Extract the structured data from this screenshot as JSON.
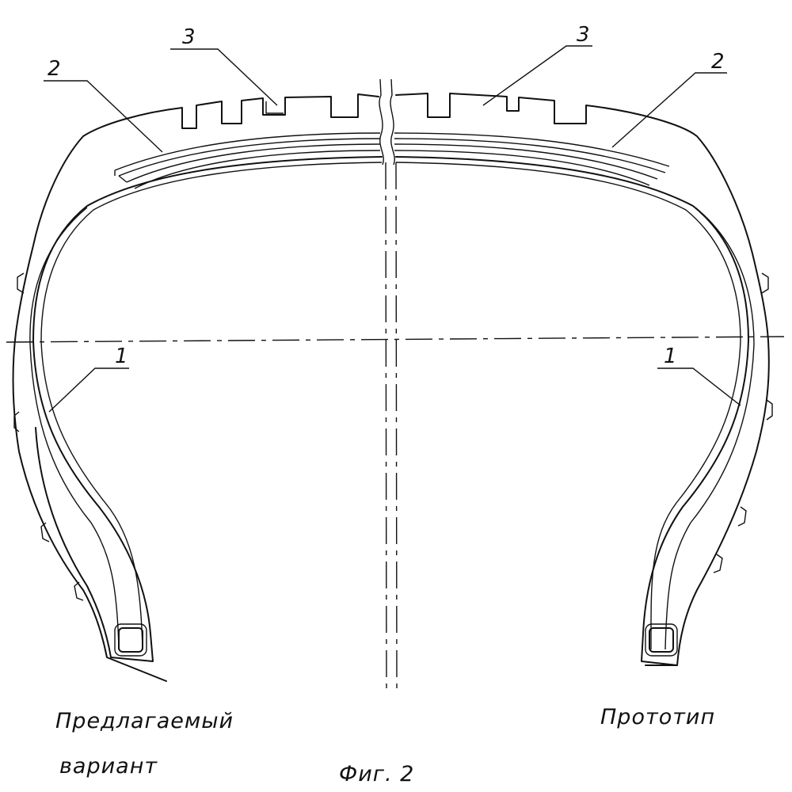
{
  "callouts": {
    "left_belt": "2",
    "left_tread": "3",
    "right_tread": "3",
    "right_belt": "2",
    "left_carcass": "1",
    "right_carcass": "1"
  },
  "labels": {
    "proposed_line1": "Предлагаемый",
    "proposed_line2": "вариант",
    "prototype": "Прототип",
    "figure": "Фиг. 2"
  }
}
